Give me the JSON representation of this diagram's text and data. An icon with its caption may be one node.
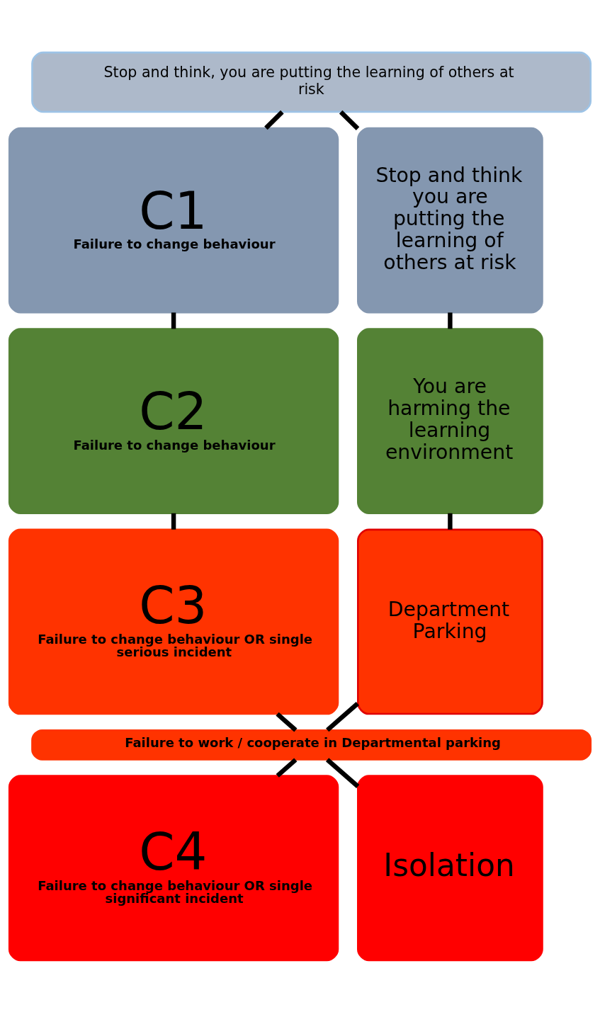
{
  "diagram": {
    "nodes": [
      {
        "text": [
          "Stop and think, you are putting the learning of others at risk"
        ]
      },
      {
        "text": [
          "C1",
          "Failure to change behaviour"
        ]
      },
      {
        "text": [
          "Stop and think you are putting the learning of others at risk"
        ]
      },
      {
        "text": [
          "C2",
          "Failure to change behaviour"
        ]
      },
      {
        "text": [
          "You are harming the learning environment"
        ]
      },
      {
        "text": [
          "C3",
          "Failure to change behaviour OR single serious incident"
        ]
      },
      {
        "text": [
          "Department Parking"
        ]
      },
      {
        "text": [
          "Failure to work / cooperate in Departmental parking"
        ]
      },
      {
        "text": [
          "C4",
          "Failure to change behaviour OR single significant incident"
        ]
      },
      {
        "text": [
          "Isolation"
        ]
      }
    ],
    "edges": [
      {
        "from": 0,
        "to": 1,
        "arrow": "none"
      },
      {
        "from": 0,
        "to": 2,
        "arrow": "none"
      },
      {
        "from": 1,
        "to": 3,
        "arrow": "none"
      },
      {
        "from": 2,
        "to": 4,
        "arrow": "none"
      },
      {
        "from": 3,
        "to": 5,
        "arrow": "none"
      },
      {
        "from": 4,
        "to": 6,
        "arrow": "none"
      },
      {
        "from": 5,
        "to": 7,
        "arrow": "none"
      },
      {
        "from": 6,
        "to": 7,
        "arrow": "none"
      },
      {
        "from": 7,
        "to": 8,
        "arrow": "none"
      },
      {
        "from": 7,
        "to": 9,
        "arrow": "none"
      }
    ]
  }
}
